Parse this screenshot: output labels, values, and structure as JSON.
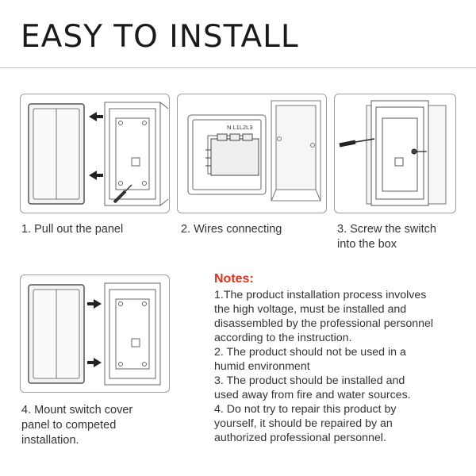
{
  "header": {
    "title": "EASY TO INSTALL"
  },
  "steps": [
    {
      "caption_lines": [
        "1. Pull out the panel"
      ]
    },
    {
      "caption_lines": [
        "2. Wires connecting"
      ]
    },
    {
      "caption_lines": [
        "3. Screw the switch",
        "into the box"
      ]
    },
    {
      "caption_lines": [
        "4. Mount switch cover",
        "panel to competed",
        "installation."
      ]
    }
  ],
  "module_label": "N L1L2L3",
  "notes": {
    "title": "Notes:",
    "lines": [
      "1.The product installation process involves",
      "the high voltage, must be installed and",
      "disassembled by the professional personnel",
      "according to the instruction.",
      "2. The product should not be used in a",
      "humid environment",
      "3. The product should be installed and",
      "used away from fire and water sources.",
      "4. Do not try to repair this product by",
      "yourself, it should be repaired by an",
      "authorized professional personnel."
    ]
  },
  "colors": {
    "accent": "#e0321e",
    "text": "#333333",
    "frame": "#9e9e9e"
  }
}
